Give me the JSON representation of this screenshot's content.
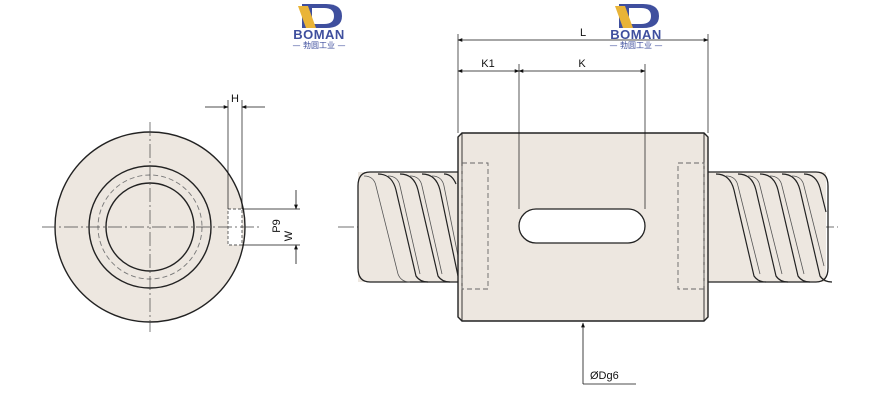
{
  "logo": {
    "wordmark": "BOMAN",
    "subtitle": "— 勃圆工业 —",
    "colors": {
      "blue": "#3f4f9e",
      "gold": "#e9b437"
    }
  },
  "dimensions": {
    "h": "H",
    "p9": "P9",
    "w": "W",
    "l": "L",
    "k1": "K1",
    "k": "K",
    "dg6": "ØDg6"
  },
  "colors": {
    "body_fill": "#ede7e0",
    "outline": "#222222",
    "dim_line": "#111111"
  }
}
